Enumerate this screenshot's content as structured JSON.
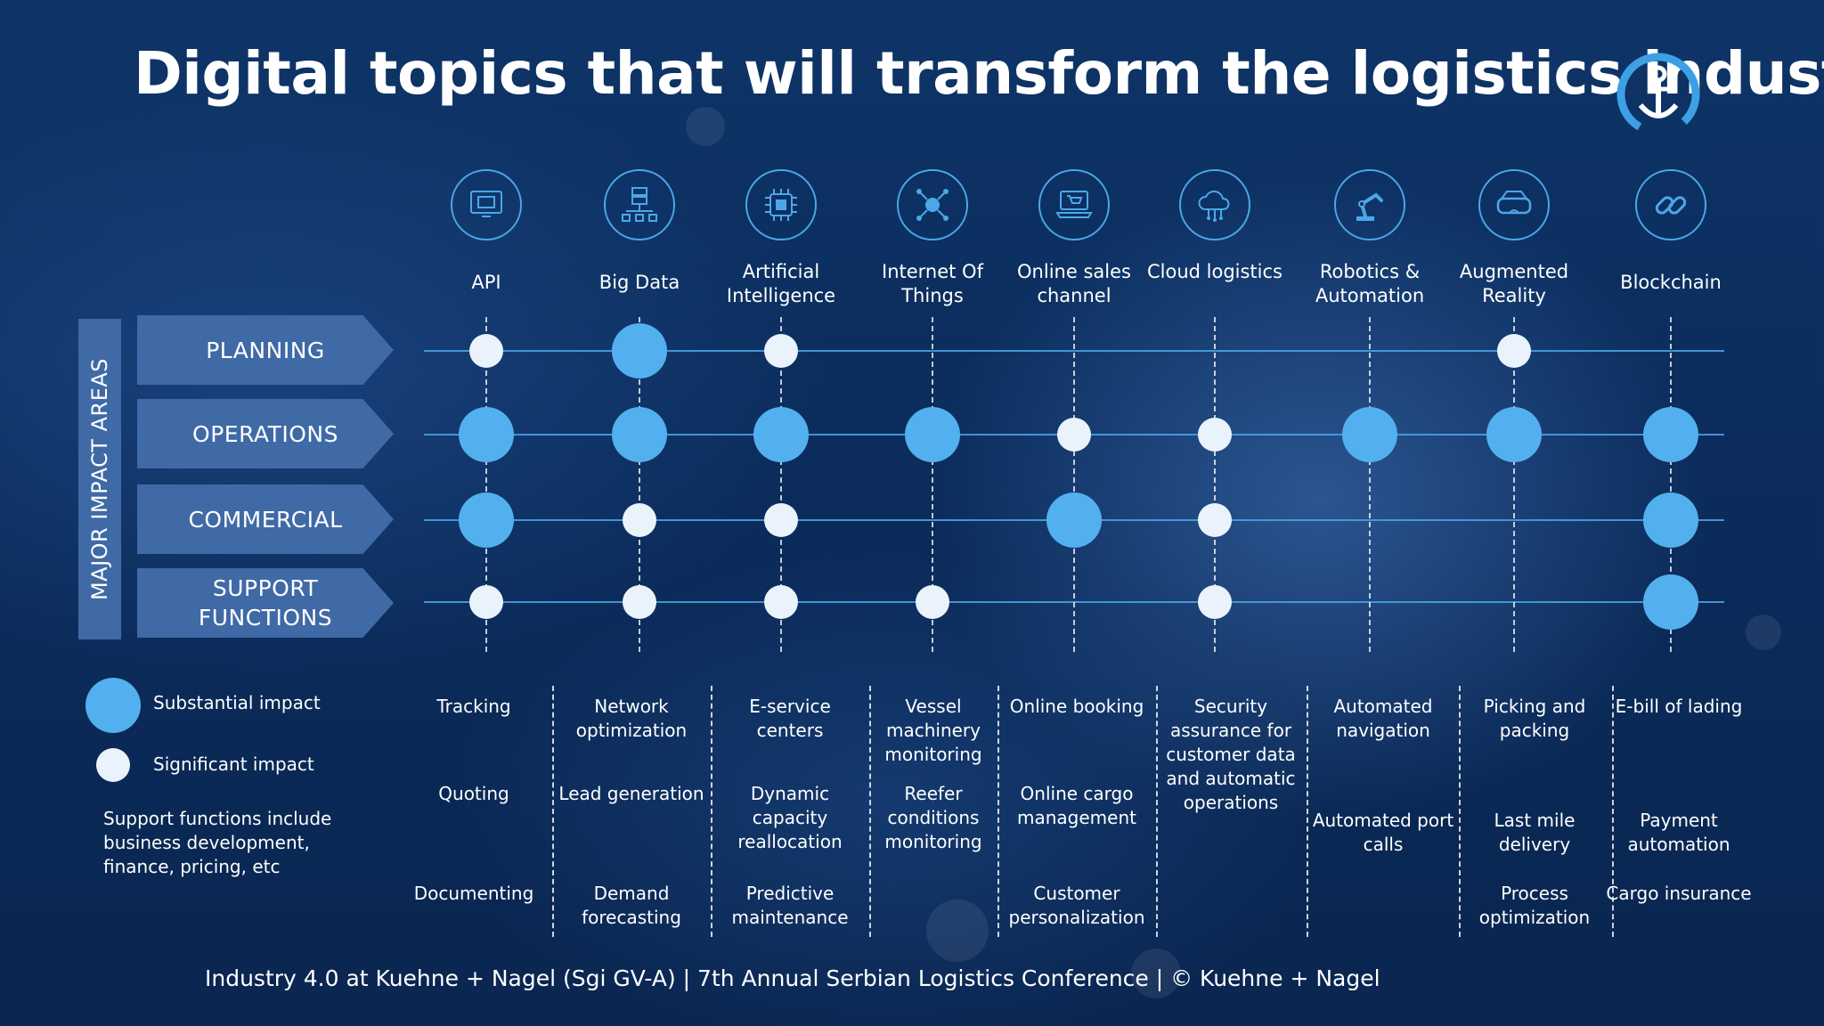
{
  "title": "Digital topics that will transform the logistics industry",
  "side_label": "MAJOR IMPACT AREAS",
  "areas": [
    "PLANNING",
    "OPERATIONS",
    "COMMERCIAL",
    "SUPPORT FUNCTIONS"
  ],
  "topics": [
    {
      "label": "API",
      "icon": "computer-chip-icon",
      "impacts": [
        "significant",
        "substantial",
        "substantial",
        "significant"
      ],
      "examples": [
        "Tracking",
        "Quoting",
        "Documenting"
      ]
    },
    {
      "label": "Big Data",
      "icon": "server-network-icon",
      "impacts": [
        "substantial",
        "substantial",
        "significant",
        "significant"
      ],
      "examples": [
        "Network optimization",
        "Lead generation",
        "Demand forecasting"
      ]
    },
    {
      "label": "Artificial Intelligence",
      "icon": "processor-chip-icon",
      "impacts": [
        "significant",
        "substantial",
        "significant",
        "significant"
      ],
      "examples": [
        "E-service centers",
        "Dynamic capacity reallocation",
        "Predictive maintenance"
      ]
    },
    {
      "label": "Internet Of Things",
      "icon": "iot-network-icon",
      "impacts": [
        "",
        "substantial",
        "",
        "significant"
      ],
      "examples": [
        "Vessel machinery monitoring",
        "Reefer conditions monitoring",
        ""
      ]
    },
    {
      "label": "Online sales channel",
      "icon": "laptop-cart-icon",
      "impacts": [
        "",
        "significant",
        "substantial",
        ""
      ],
      "examples": [
        "Online booking",
        "Online cargo management",
        "Customer personalization"
      ]
    },
    {
      "label": "Cloud logistics",
      "icon": "cloud-icon",
      "impacts": [
        "",
        "significant",
        "significant",
        "significant"
      ],
      "examples": [
        "Security assurance for customer data and automatic operations",
        "",
        ""
      ]
    },
    {
      "label": "Robotics & Automation",
      "icon": "robot-arm-icon",
      "impacts": [
        "",
        "substantial",
        "",
        ""
      ],
      "examples": [
        "Automated navigation",
        "Automated port calls",
        ""
      ]
    },
    {
      "label": "Augmented Reality",
      "icon": "vr-headset-icon",
      "impacts": [
        "significant",
        "substantial",
        "",
        ""
      ],
      "examples": [
        "Picking and packing",
        "Last mile delivery",
        "Process optimization"
      ]
    },
    {
      "label": "Blockchain",
      "icon": "chain-link-icon",
      "impacts": [
        "",
        "substantial",
        "substantial",
        "substantial"
      ],
      "examples": [
        "E-bill of lading",
        "Payment automation",
        "Cargo insurance"
      ]
    }
  ],
  "legend": {
    "substantial": "Substantial impact",
    "significant": "Significant impact"
  },
  "note": "Support functions include business development, finance, pricing, etc",
  "footer": "Industry 4.0 at Kuehne + Nagel  (Sgi GV-A) | 7th Annual Serbian Logistics Conference | © Kuehne + Nagel",
  "colors": {
    "substantial": "#52b0ee",
    "significant": "#eaf3fb",
    "accent": "#4aa8e8",
    "area_fill": "#3f6aa6"
  }
}
